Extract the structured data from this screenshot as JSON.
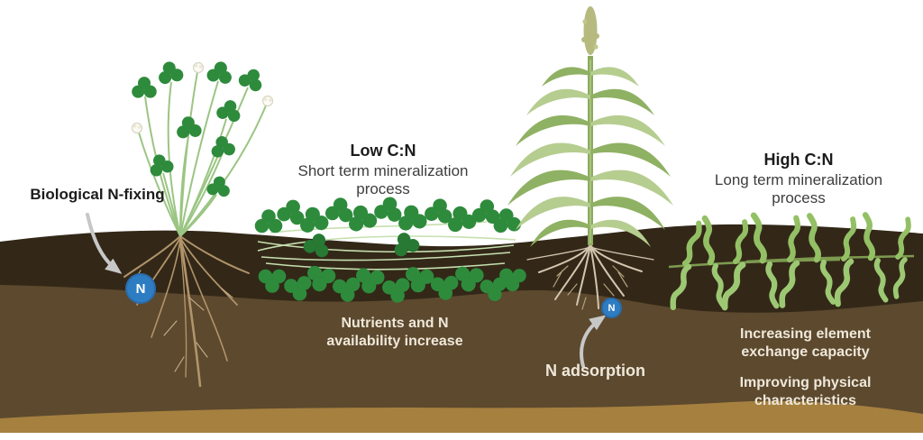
{
  "labels": {
    "biological_n_fixing": "Biological N-fixing",
    "low_cn_title": "Low C:N",
    "low_cn_subtitle": "Short term mineralization process",
    "nutrients_note": "Nutrients and N availability increase",
    "n_adsorption": "N adsorption",
    "high_cn_title": "High C:N",
    "high_cn_subtitle": "Long term mineralization process",
    "exchange_note": "Increasing element exchange capacity",
    "physical_note": "Improving physical characteristics",
    "n_symbol": "N"
  },
  "icons": {
    "nitrogen_badge": "blue circle with letter N",
    "curved_arrow": "gray curved pointer arrow"
  },
  "colors": {
    "background": "#ffffff",
    "soil_dark": "#332818",
    "soil_mid": "#5c492e",
    "soil_tan": "#a5803f",
    "clover_green": "#2e8b3c",
    "clover_green_dark": "#277933",
    "stem_green": "#9bc583",
    "mulch_stem_green": "#c6dfb0",
    "corn_green": "#8fb163",
    "corn_green_light": "#b6cd90",
    "corn_stem": "#8cab5f",
    "residue_green": "#93c065",
    "residue_stalk": "#7d9a4f",
    "tassel_khaki": "#b6ba7e",
    "root_brown": "#b1946a",
    "root_light": "#d2c6ae",
    "nitrogen_blue": "#2e7dc2",
    "arrow_gray": "#c7c7c7",
    "text_dark": "#1c1c1c",
    "text_gray": "#3e3e3e",
    "text_light": "#efe8da"
  }
}
